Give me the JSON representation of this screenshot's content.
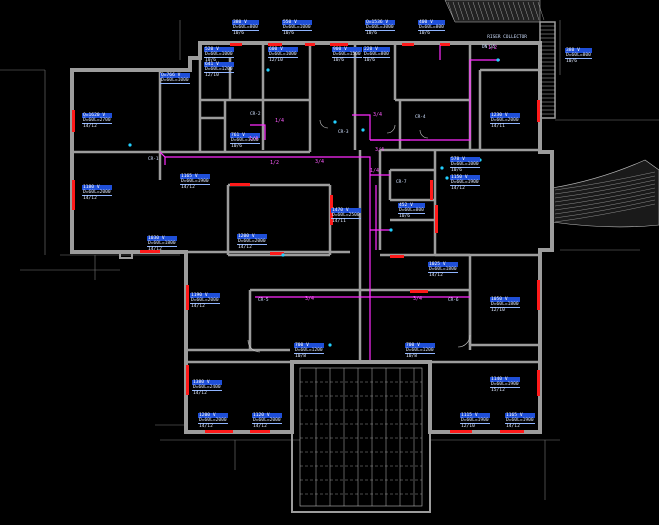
{
  "colors": {
    "background": "#000000",
    "wall": "#9c9c9c",
    "pipe": "#ff2bff",
    "radiator": "#ff1a1a",
    "annotation_fill": "#1f4fd8",
    "annotation_text": "#dfe9ff",
    "fixture": "#22d0ff",
    "hatch": "#bdbdbd"
  },
  "radiator_labels": [
    {
      "id": "r1",
      "l1": "380 V",
      "l2": "D=60L=800",
      "l3": "10/6"
    },
    {
      "id": "r2",
      "l1": "550 V",
      "l2": "D=60L=1000",
      "l3": "10/6"
    },
    {
      "id": "r3",
      "l1": "Q=1536 V",
      "l2": "D=60L=3000",
      "l3": "10/6"
    },
    {
      "id": "r4",
      "l1": "400 V",
      "l2": "D=60L=800",
      "l3": "10/6"
    },
    {
      "id": "r5",
      "l1": "520 V",
      "l2": "D=60L=1000",
      "l3": "10/6"
    },
    {
      "id": "r6",
      "l1": "Q=766 V",
      "l2": "D=60L=1000",
      "l3": ""
    },
    {
      "id": "r7",
      "l1": "Q=1620 V",
      "l2": "D=60L=2700",
      "l3": "14/12"
    },
    {
      "id": "r8",
      "l1": "600 V",
      "l2": "D=60L=1000",
      "l3": "12/10"
    },
    {
      "id": "r9",
      "l1": "641 V",
      "l2": "D=60L=1200",
      "l3": "12/10"
    },
    {
      "id": "r10",
      "l1": "900 V",
      "l2": "D=60L=1500",
      "l3": "10/6"
    },
    {
      "id": "r11",
      "l1": "761 V",
      "l2": "D=60L=1200",
      "l3": "10/6"
    },
    {
      "id": "r12",
      "l1": "1180 V",
      "l2": "D=60L=2000",
      "l3": "14/12"
    },
    {
      "id": "r13",
      "l1": "1165 V",
      "l2": "D=60L=1900",
      "l3": "14/12"
    },
    {
      "id": "r14",
      "l1": "1030 V",
      "l2": "D=60L=1800",
      "l3": "14/12"
    },
    {
      "id": "r15",
      "l1": "1470 V",
      "l2": "D=60L=2500",
      "l3": "14/11"
    },
    {
      "id": "r16",
      "l1": "220 V",
      "l2": "D=60L=800",
      "l3": "10/6"
    },
    {
      "id": "r17",
      "l1": "578 V",
      "l2": "D=60L=1000",
      "l3": "10/6"
    },
    {
      "id": "r18",
      "l1": "452 V",
      "l2": "D=60L=800",
      "l3": "10/6"
    },
    {
      "id": "r19",
      "l1": "1200 V",
      "l2": "D=60L=2000",
      "l3": "14/12"
    },
    {
      "id": "r20",
      "l1": "1025 V",
      "l2": "D=60L=1800",
      "l3": "14/12"
    },
    {
      "id": "r21",
      "l1": "1190 V",
      "l2": "D=60L=2000",
      "l3": "14/12"
    },
    {
      "id": "r22",
      "l1": "700 V",
      "l2": "D=60L=1200",
      "l3": "10/8"
    },
    {
      "id": "r23",
      "l1": "700 V",
      "l2": "D=60L=1200",
      "l3": "10/8"
    },
    {
      "id": "r24",
      "l1": "1050 V",
      "l2": "D=60L=1800",
      "l3": "12/10"
    },
    {
      "id": "r25",
      "l1": "1380 V",
      "l2": "D=60L=2400",
      "l3": "14/12"
    },
    {
      "id": "r26",
      "l1": "1200 V",
      "l2": "D=60L=2000",
      "l3": "14/12"
    },
    {
      "id": "r27",
      "l1": "1120 V",
      "l2": "D=60L=2000",
      "l3": "14/12"
    },
    {
      "id": "r28",
      "l1": "1115 V",
      "l2": "D=60L=1900",
      "l3": "12/10"
    },
    {
      "id": "r29",
      "l1": "1165 V",
      "l2": "D=60L=1900",
      "l3": "14/12"
    },
    {
      "id": "r30",
      "l1": "380 V",
      "l2": "D=60L=800",
      "l3": "10/6"
    },
    {
      "id": "r31",
      "l1": "1140 V",
      "l2": "D=60L=1900",
      "l3": "15/12"
    },
    {
      "id": "r32",
      "l1": "1230 V",
      "l2": "D=60L=2000",
      "l3": "14/11"
    },
    {
      "id": "r33",
      "l1": "1150 V",
      "l2": "D=60L=1900",
      "l3": "14/12"
    }
  ],
  "pipe_labels": [
    {
      "id": "p1",
      "text": "1/4"
    },
    {
      "id": "p2",
      "text": "1/4"
    },
    {
      "id": "p3",
      "text": "3/4"
    },
    {
      "id": "p4",
      "text": "3/4"
    },
    {
      "id": "p5",
      "text": "1/2"
    },
    {
      "id": "p6",
      "text": "3/4"
    },
    {
      "id": "p7",
      "text": "3/4"
    },
    {
      "id": "p8",
      "text": "3/4"
    },
    {
      "id": "p9",
      "text": "1/2"
    },
    {
      "id": "p10",
      "text": "1/4"
    }
  ],
  "tags": [
    {
      "id": "t1",
      "text": "CR-1"
    },
    {
      "id": "t2",
      "text": "CR-2"
    },
    {
      "id": "t3",
      "text": "CR-3"
    },
    {
      "id": "t4",
      "text": "CR-4"
    },
    {
      "id": "t5",
      "text": "CR-5"
    },
    {
      "id": "t6",
      "text": "CR-6"
    },
    {
      "id": "t7",
      "text": "CR-7"
    }
  ],
  "riser_note": {
    "l1": "RISER COLLECTOR",
    "l2": "DN 25"
  }
}
